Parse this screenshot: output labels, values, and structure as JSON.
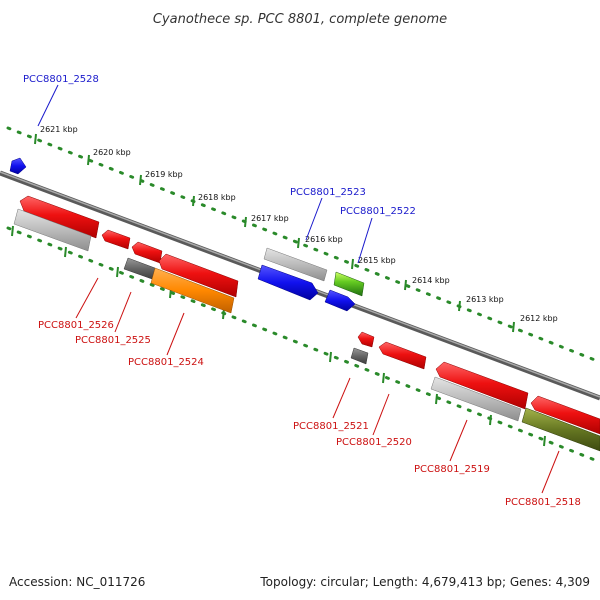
{
  "title": "Cyanothece sp. PCC 8801, complete genome",
  "footer": {
    "accession": "Accession: NC_011726",
    "summary": "Topology: circular; Length: 4,679,413 bp; Genes: 4,309"
  },
  "ticks": [
    "2621 kbp",
    "2620 kbp",
    "2619 kbp",
    "2618 kbp",
    "2617 kbp",
    "2616 kbp",
    "2615 kbp",
    "2614 kbp",
    "2613 kbp",
    "2612 kbp"
  ],
  "gene_labels": {
    "g2528": "PCC8801_2528",
    "g2523": "PCC8801_2523",
    "g2522": "PCC8801_2522",
    "g2526": "PCC8801_2526",
    "g2525": "PCC8801_2525",
    "g2524": "PCC8801_2524",
    "g2521": "PCC8801_2521",
    "g2520": "PCC8801_2520",
    "g2519": "PCC8801_2519",
    "g2518": "PCC8801_2518"
  },
  "colors": {
    "forward_label": "#1a1acc",
    "reverse_label": "#cc1111",
    "backbone": "#777777",
    "tick_track": "#2a8a2a",
    "red_gene": "#ee1111",
    "blue_gene": "#1111ee",
    "gray_gene": "#bbbbbb",
    "dark_gray_gene": "#666666",
    "orange_gene": "#ff8800",
    "green_gene": "#55bb22",
    "olive_gene": "#667722"
  }
}
